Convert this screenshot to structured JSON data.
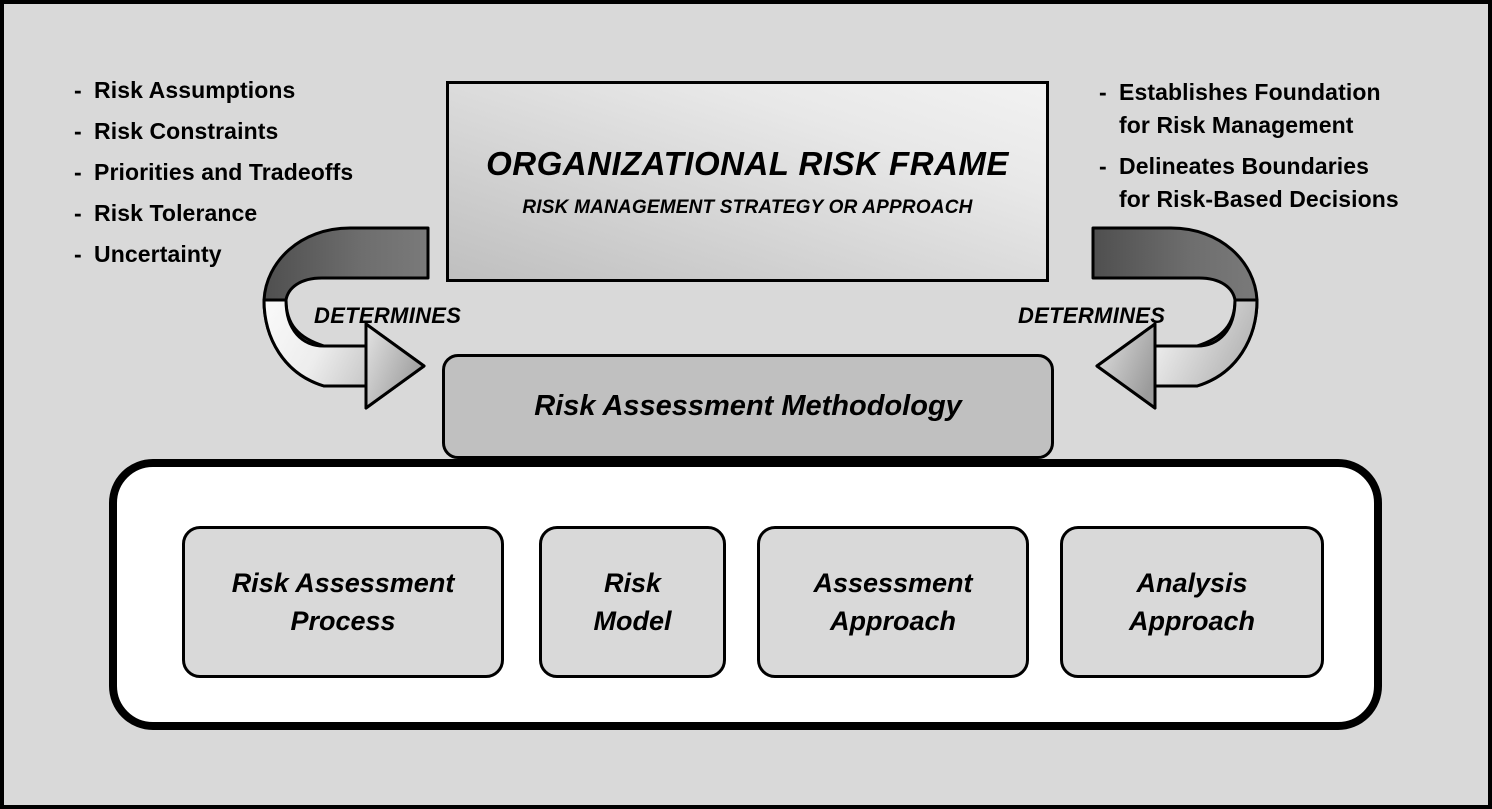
{
  "diagram": {
    "title": "Organizational Risk Frame and Risk Assessment Methodology",
    "background_color": "#d9d9d9",
    "border_color": "#000000"
  },
  "left_inputs": {
    "bullet": "-",
    "items": [
      "Risk Assumptions",
      "Risk Constraints",
      "Priorities and Tradeoffs",
      "Risk Tolerance",
      "Uncertainty"
    ]
  },
  "right_outputs": {
    "bullet": "-",
    "items": [
      "Establishes Foundation\nfor Risk Management",
      "Delineates Boundaries\nfor Risk-Based Decisions"
    ]
  },
  "org_risk_frame": {
    "title": "ORGANIZATIONAL RISK FRAME",
    "subtitle": "RISK MANAGEMENT STRATEGY OR APPROACH",
    "fill_light": "#f2f2f2",
    "fill_dark": "#bfbfbf"
  },
  "arrows": {
    "left_label": "DETERMINES",
    "right_label": "DETERMINES",
    "ribbon_top_color": "#666666",
    "ribbon_bottom_color": "#f0f0f0",
    "arrowhead_color": "#a0a0a0"
  },
  "methodology": {
    "label": "Risk Assessment Methodology",
    "fill": "#c0c0c0"
  },
  "components": {
    "container_fill": "#ffffff",
    "items": [
      {
        "label": "Risk Assessment\nProcess"
      },
      {
        "label": "Risk\nModel"
      },
      {
        "label": "Assessment\nApproach"
      },
      {
        "label": "Analysis\nApproach"
      }
    ]
  }
}
